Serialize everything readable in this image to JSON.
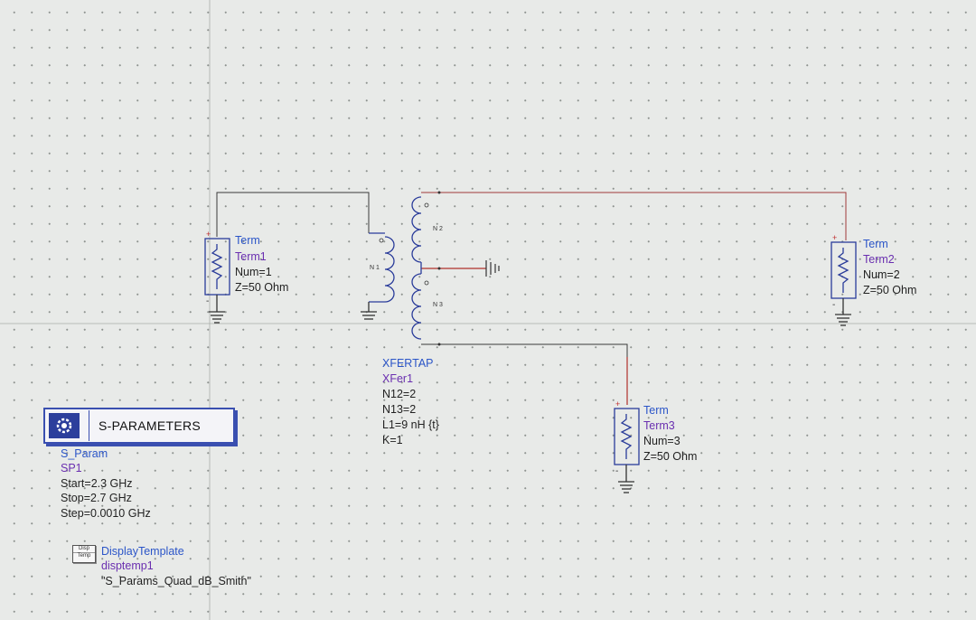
{
  "schematic": {
    "term1": {
      "type": "Term",
      "name": "Term1",
      "num": "Num=1",
      "z": "Z=50 Ohm"
    },
    "term2": {
      "type": "Term",
      "name": "Term2",
      "num": "Num=2",
      "z": "Z=50 Ohm"
    },
    "term3": {
      "type": "Term",
      "name": "Term3",
      "num": "Num=3",
      "z": "Z=50 Ohm"
    },
    "xfer": {
      "type": "XFERTAP",
      "name": "XFer1",
      "params": [
        "N12=2",
        "N13=2",
        "L1=9 nH {t}",
        "K=1"
      ],
      "winding_labels": {
        "n1": "N 1",
        "n2": "N 2",
        "n3": "N 3"
      }
    },
    "sparam": {
      "title": "S-PARAMETERS",
      "type": "S_Param",
      "name": "SP1",
      "params": [
        "Start=2.3 GHz",
        "Stop=2.7 GHz",
        "Step=0.0010 GHz"
      ]
    },
    "display_template": {
      "icon_text": [
        "Disp",
        "Temp"
      ],
      "type": "DisplayTemplate",
      "name": "disptemp1",
      "value": "\"S_Params_Quad_dB_Smith\""
    }
  },
  "colors": {
    "wire": "#3a3a3a",
    "selected_wire": "#b0302a",
    "component": "#2a3c9a",
    "type_text": "#2b55c8",
    "name_text": "#6a2fb0"
  }
}
